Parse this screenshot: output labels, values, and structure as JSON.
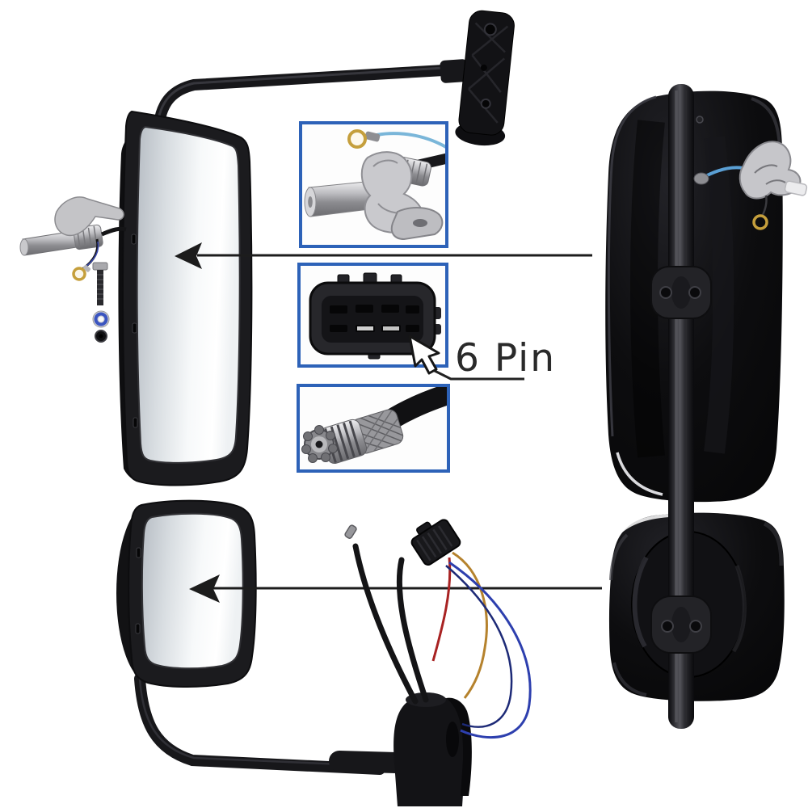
{
  "figure": {
    "annotation": {
      "pin_label": "6 Pin"
    },
    "colors": {
      "background": "#ffffff",
      "callout_border": "#2d62b8",
      "arrow": "#1c1c1c",
      "label_text": "#2a2a2a",
      "wire_red": "#a82222",
      "wire_orange": "#b5822d",
      "wire_blue": "#2d3fae",
      "wire_light_blue": "#5a9fd4",
      "ring_terminal": "#c59f3c"
    },
    "callouts": [
      {
        "name": "heater-swivel-fitting"
      },
      {
        "name": "6-pin-connector"
      },
      {
        "name": "threaded-power-plug"
      }
    ]
  }
}
